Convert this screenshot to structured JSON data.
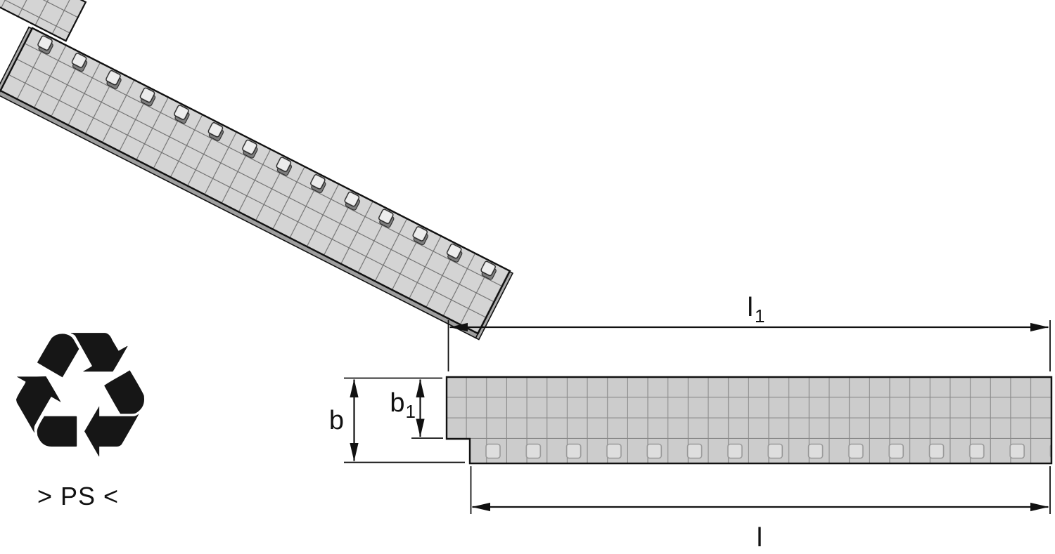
{
  "figure": {
    "background": "#ffffff",
    "kind": "technical-drawing"
  },
  "palette": {
    "outline": "#111111",
    "strip_fill": "#cccccc",
    "grid_line": "#8a8a8a",
    "iso_fill": "#d4d4d4",
    "iso_grid_line": "#6e6e6e",
    "stud_top_fill": "#ececec",
    "stud_side_fill": "#7d7d7d",
    "edge_fill": "#9f9f9f",
    "dim_color": "#111111"
  },
  "dimensions": {
    "l1": {
      "base": "l",
      "sub": "1"
    },
    "l": {
      "base": "l"
    },
    "b": {
      "base": "b"
    },
    "b1": {
      "base": "b",
      "sub": "1"
    }
  },
  "recycling": {
    "symbol": "♻",
    "material_code": "> PS <"
  }
}
